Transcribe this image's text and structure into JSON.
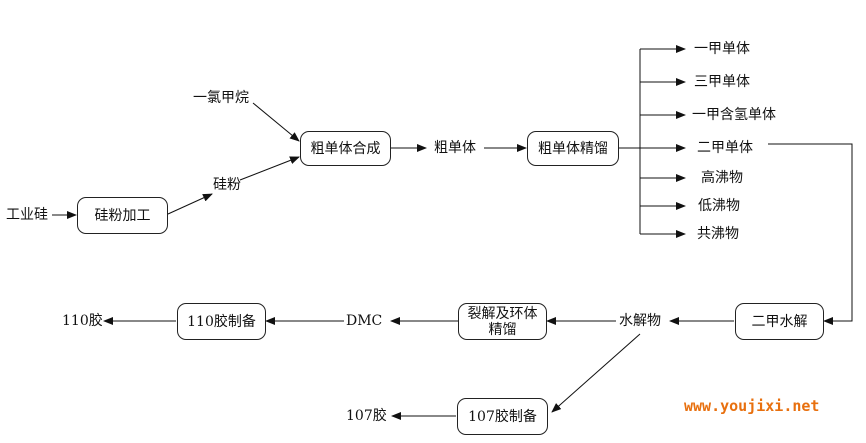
{
  "nodes": {
    "industrial_silicon": "工业硅",
    "silicon_powder_processing": "硅粉加工",
    "silicon_powder": "硅粉",
    "methyl_chloride": "一氯甲烷",
    "crude_monomer_synthesis": "粗单体合成",
    "crude_monomer": "粗单体",
    "crude_monomer_distillation": "粗单体精馏",
    "products": [
      "一甲单体",
      "三甲单体",
      "一甲含氢单体",
      "二甲单体",
      "高沸物",
      "低沸物",
      "共沸物"
    ],
    "dimethyl_hydrolysis": "二甲水解",
    "hydrolysate": "水解物",
    "cracking_line1": "裂解及环体",
    "cracking_line2": "精馏",
    "dmc": "DMC",
    "gum110_prep": "110胶制备",
    "gum110": "110胶",
    "gum107_prep": "107胶制备",
    "gum107": "107胶"
  },
  "watermark": {
    "text": "www.youjixi.net",
    "color": "#e8700f"
  }
}
